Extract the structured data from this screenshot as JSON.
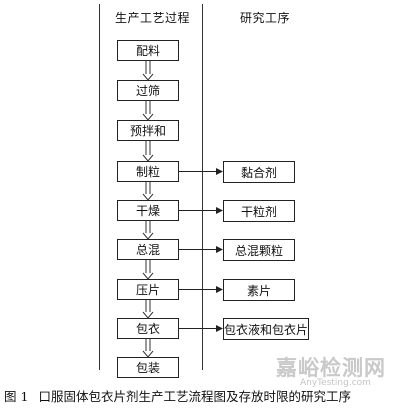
{
  "headers": {
    "process": "生产工艺过程",
    "research": "研究工序"
  },
  "steps": [
    "配料",
    "过筛",
    "预拌和",
    "制粒",
    "干燥",
    "总混",
    "压片",
    "包衣",
    "包装"
  ],
  "research": [
    "黏合剂",
    "干粒剂",
    "总混颗粒",
    "素片",
    "包衣液和包衣片"
  ],
  "caption": {
    "number": "图 1",
    "text": "口服固体包衣片剂生产工艺流程图及存放时限的研究工序"
  },
  "watermark": {
    "main": "嘉峪检测网",
    "sub": "AnyTesting.com"
  }
}
